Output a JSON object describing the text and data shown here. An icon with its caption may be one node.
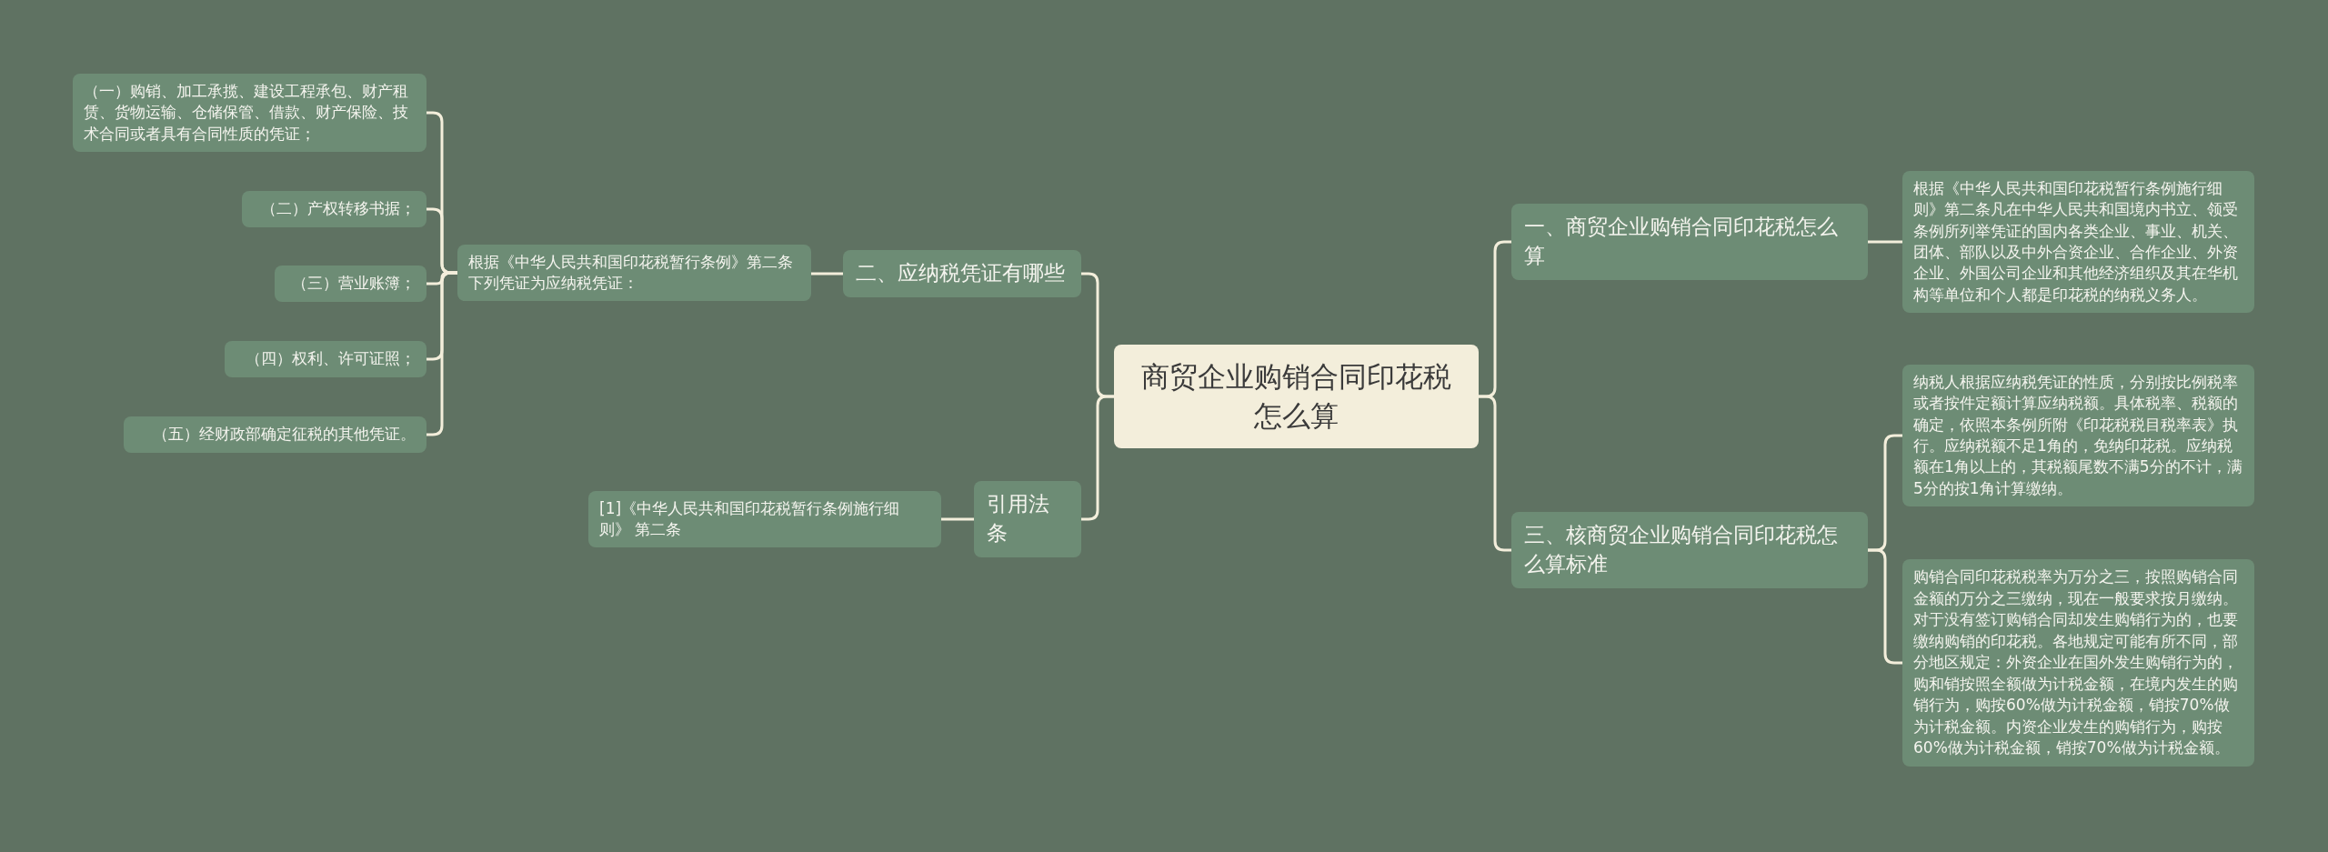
{
  "diagram": {
    "nodes": [
      {
        "text": [
          "商贸企业购销合同印花税怎么算"
        ]
      },
      {
        "text": [
          "二、应纳税凭证有哪些"
        ]
      },
      {
        "text": [
          "根据《中华人民共和国印花税暂行条例》第二条下列凭证为应纳税凭证："
        ]
      },
      {
        "text": [
          "（一）购销、加工承揽、建设工程承包、财产租赁、货物运输、仓储保管、借款、财产保险、技术合同或者具有合同性质的凭证；"
        ]
      },
      {
        "text": [
          "（二）产权转移书据；"
        ]
      },
      {
        "text": [
          "（三）营业账簿；"
        ]
      },
      {
        "text": [
          "（四）权利、许可证照；"
        ]
      },
      {
        "text": [
          "（五）经财政部确定征税的其他凭证。"
        ]
      },
      {
        "text": [
          "引用法条"
        ]
      },
      {
        "text": [
          "[1]《中华人民共和国印花税暂行条例施行细则》 第二条"
        ]
      },
      {
        "text": [
          "一、商贸企业购销合同印花税怎么算"
        ]
      },
      {
        "text": [
          "根据《中华人民共和国印花税暂行条例施行细则》第二条凡在中华人民共和国境内书立、领受条例所列举凭证的国内各类企业、事业、机关、团体、部队以及中外合资企业、合作企业、外资企业、外国公司企业和其他经济组织及其在华机构等单位和个人都是印花税的纳税义务人。"
        ]
      },
      {
        "text": [
          "三、核商贸企业购销合同印花税怎么算标准"
        ]
      },
      {
        "text": [
          "纳税人根据应纳税凭证的性质，分别按比例税率或者按件定额计算应纳税额。具体税率、税额的确定，依照本条例所附《印花税税目税率表》执行。应纳税额不足1角的，免纳印花税。应纳税额在1角以上的，其税额尾数不满5分的不计，满5分的按1角计算缴纳。"
        ]
      },
      {
        "text": [
          "购销合同印花税税率为万分之三，按照购销合同金额的万分之三缴纳，现在一般要求按月缴纳。对于没有签订购销合同却发生购销行为的，也要缴纳购销的印花税。各地规定可能有所不同，部分地区规定：外资企业在国外发生购销行为的，购和销按照全额做为计税金额，在境内发生的购销行为，购按60%做为计税金额，销按70%做为计税金额。内资企业发生的购销行为，购按60%做为计税金额，销按70%做为计税金额。"
        ]
      }
    ],
    "edges": [
      {
        "from": 0,
        "to": 1,
        "arrow": "none"
      },
      {
        "from": 1,
        "to": 2,
        "arrow": "none"
      },
      {
        "from": 2,
        "to": 3,
        "arrow": "none"
      },
      {
        "from": 2,
        "to": 4,
        "arrow": "none"
      },
      {
        "from": 2,
        "to": 5,
        "arrow": "none"
      },
      {
        "from": 2,
        "to": 6,
        "arrow": "none"
      },
      {
        "from": 2,
        "to": 7,
        "arrow": "none"
      },
      {
        "from": 0,
        "to": 8,
        "arrow": "none"
      },
      {
        "from": 8,
        "to": 9,
        "arrow": "none"
      },
      {
        "from": 0,
        "to": 10,
        "arrow": "none"
      },
      {
        "from": 10,
        "to": 11,
        "arrow": "none"
      },
      {
        "from": 0,
        "to": 12,
        "arrow": "none"
      },
      {
        "from": 12,
        "to": 13,
        "arrow": "none"
      },
      {
        "from": 12,
        "to": 14,
        "arrow": "none"
      }
    ]
  }
}
